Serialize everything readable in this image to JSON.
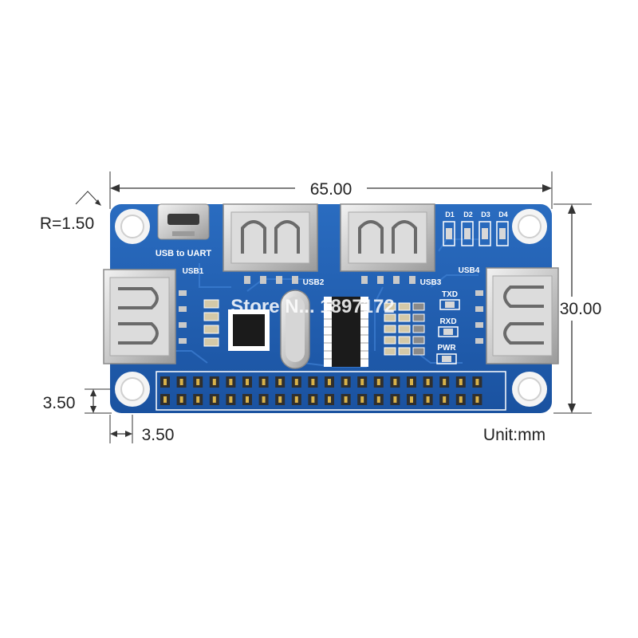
{
  "dimensions": {
    "width": "65.00",
    "height": "30.00",
    "corner_radius": "R=1.50",
    "hole_offset_vertical": "3.50",
    "hole_offset_horizontal": "3.50",
    "unit": "Unit:mm"
  },
  "board": {
    "color": "#1f5fb0",
    "labels": {
      "usb_to_uart": "USB to UART",
      "usb1": "USB1",
      "usb2": "USB2",
      "usb3": "USB3",
      "usb4": "USB4",
      "d1": "D1",
      "d2": "D2",
      "d3": "D3",
      "d4": "D4",
      "txd": "TXD",
      "rxd": "RXD",
      "pwr": "PWR"
    },
    "gpio_pin_count": 40
  },
  "watermark": "Store N... 1897172"
}
